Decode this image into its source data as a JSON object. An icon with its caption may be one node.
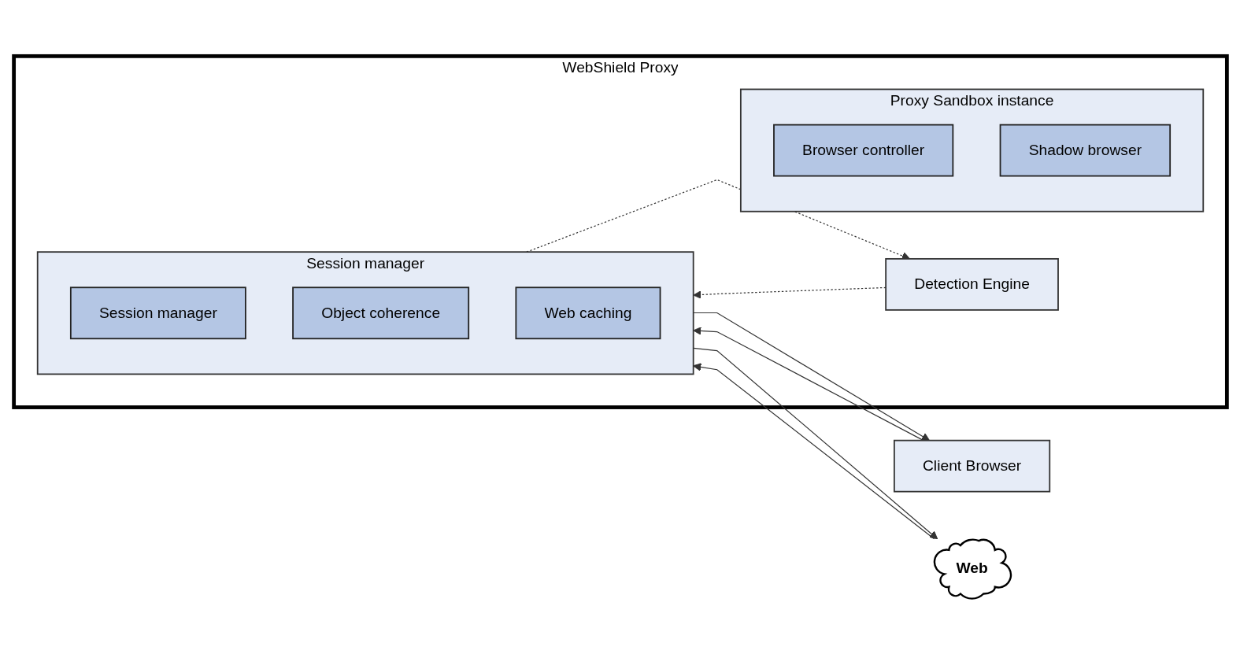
{
  "diagram": {
    "nodes": [
      {
        "text": [
          "WebShield Proxy"
        ]
      },
      {
        "text": [
          "Session manager"
        ],
        "in": 0
      },
      {
        "text": [
          "Session manager"
        ],
        "in": 1
      },
      {
        "text": [
          "Object coherence"
        ],
        "in": 1
      },
      {
        "text": [
          "Web caching"
        ],
        "in": 1
      },
      {
        "text": [
          "Detection Engine"
        ],
        "in": 0
      },
      {
        "text": [
          "Proxy Sandbox instance"
        ],
        "in": 0
      },
      {
        "text": [
          "Browser controller"
        ],
        "in": 6
      },
      {
        "text": [
          "Shadow browser"
        ],
        "in": 6
      },
      {
        "text": [
          "Client Browser"
        ]
      },
      {
        "text": [
          "Web"
        ]
      }
    ],
    "edges": [
      {
        "from": 9,
        "to": 1,
        "arrow": "to"
      },
      {
        "from": 1,
        "to": 9,
        "arrow": "to"
      },
      {
        "from": 1,
        "to": 10,
        "arrow": "to"
      },
      {
        "from": 10,
        "to": 1,
        "arrow": "to"
      },
      {
        "from": 5,
        "to": 1,
        "arrow": "to",
        "style": "dashed"
      },
      {
        "from": 1,
        "to": 5,
        "arrow": "to",
        "style": "dashed"
      }
    ]
  }
}
